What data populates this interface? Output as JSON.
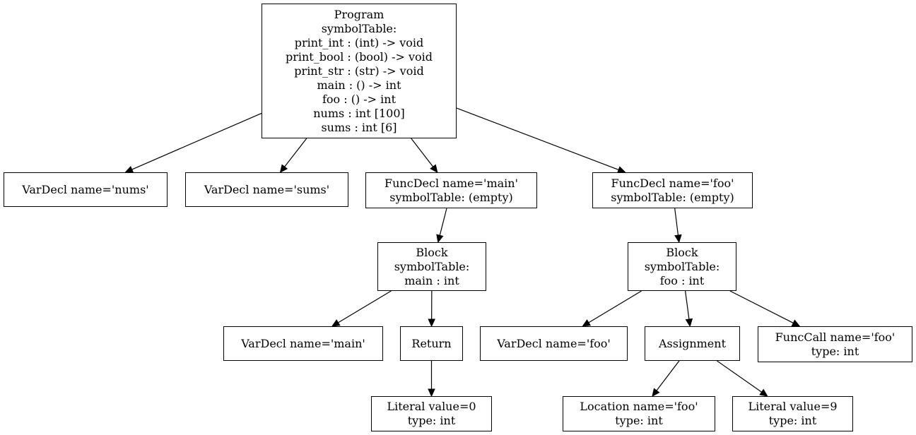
{
  "nodes": {
    "program": [
      "Program",
      "symbolTable:",
      "print_int : (int) -> void",
      "print_bool : (bool) -> void",
      "print_str : (str) -> void",
      "main : () -> int",
      "foo : () -> int",
      "nums : int [100]",
      "sums : int [6]"
    ],
    "vardecl_nums": [
      "VarDecl name='nums'"
    ],
    "vardecl_sums": [
      "VarDecl name='sums'"
    ],
    "funcdecl_main": [
      "FuncDecl name='main'",
      "symbolTable: (empty)"
    ],
    "funcdecl_foo": [
      "FuncDecl name='foo'",
      "symbolTable: (empty)"
    ],
    "block_main": [
      "Block",
      "symbolTable:",
      "main : int"
    ],
    "block_foo": [
      "Block",
      "symbolTable:",
      "foo : int"
    ],
    "vardecl_main": [
      "VarDecl name='main'"
    ],
    "return": [
      "Return"
    ],
    "vardecl_foo": [
      "VarDecl name='foo'"
    ],
    "assignment": [
      "Assignment"
    ],
    "funccall_foo": [
      "FuncCall name='foo'",
      "type: int"
    ],
    "literal_0": [
      "Literal value=0",
      "type: int"
    ],
    "location_foo": [
      "Location name='foo'",
      "type: int"
    ],
    "literal_9": [
      "Literal value=9",
      "type: int"
    ]
  },
  "edges": [
    [
      "program",
      "vardecl_nums"
    ],
    [
      "program",
      "vardecl_sums"
    ],
    [
      "program",
      "funcdecl_main"
    ],
    [
      "program",
      "funcdecl_foo"
    ],
    [
      "funcdecl_main",
      "block_main"
    ],
    [
      "funcdecl_foo",
      "block_foo"
    ],
    [
      "block_main",
      "vardecl_main"
    ],
    [
      "block_main",
      "return"
    ],
    [
      "return",
      "literal_0"
    ],
    [
      "block_foo",
      "vardecl_foo"
    ],
    [
      "block_foo",
      "assignment"
    ],
    [
      "block_foo",
      "funccall_foo"
    ],
    [
      "assignment",
      "location_foo"
    ],
    [
      "assignment",
      "literal_9"
    ]
  ]
}
